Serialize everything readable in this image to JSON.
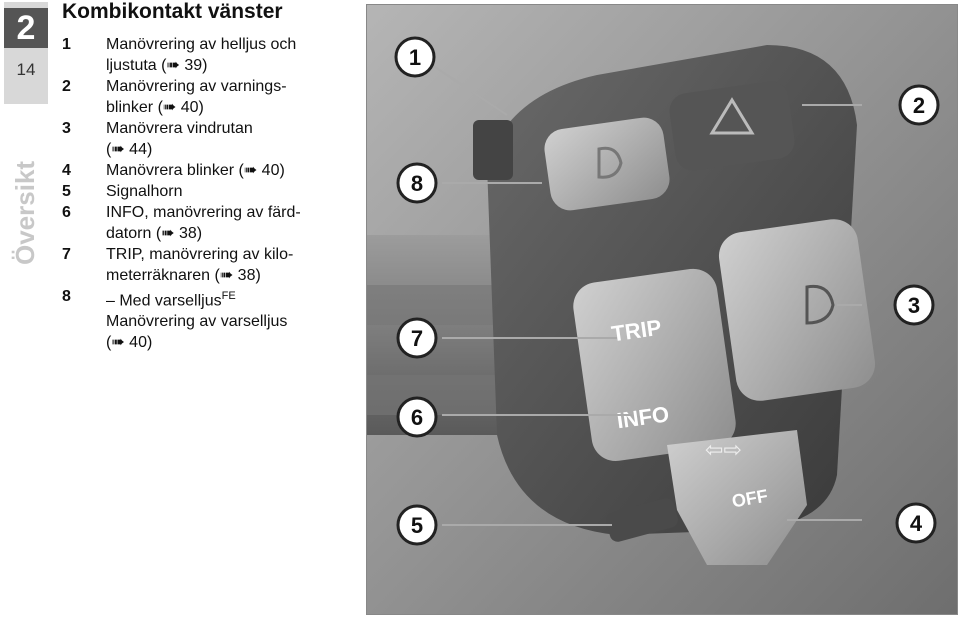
{
  "chapter": {
    "number": "2",
    "page": "14",
    "side_label": "Översikt"
  },
  "title": "Kombikontakt vänster",
  "items": [
    {
      "num": "1",
      "lines": [
        "Manövrering av helljus och",
        "ljustuta (➠ 39)"
      ]
    },
    {
      "num": "2",
      "lines": [
        "Manövrering av varnings-",
        "blinker (➠ 40)"
      ]
    },
    {
      "num": "3",
      "lines": [
        "Manövrera vindrutan",
        "(➠ 44)"
      ]
    },
    {
      "num": "4",
      "lines": [
        "Manövrera blinker (➠ 40)"
      ]
    },
    {
      "num": "5",
      "lines": [
        "Signalhorn"
      ]
    },
    {
      "num": "6",
      "lines": [
        "INFO, manövrering av färd-",
        "datorn (➠ 38)"
      ]
    },
    {
      "num": "7",
      "lines": [
        "TRIP, manövrering av kilo-",
        "meterräknaren (➠ 38)"
      ]
    },
    {
      "num": "8",
      "lines": [
        "– Med varselljus",
        "Manövrering av varselljus",
        "(➠ 40)"
      ],
      "superscript": "FE"
    }
  ],
  "photo": {
    "button_labels": {
      "trip": "TRIP",
      "info": "INFO",
      "off": "OFF"
    },
    "callouts": [
      "1",
      "2",
      "3",
      "4",
      "5",
      "6",
      "7",
      "8"
    ]
  }
}
